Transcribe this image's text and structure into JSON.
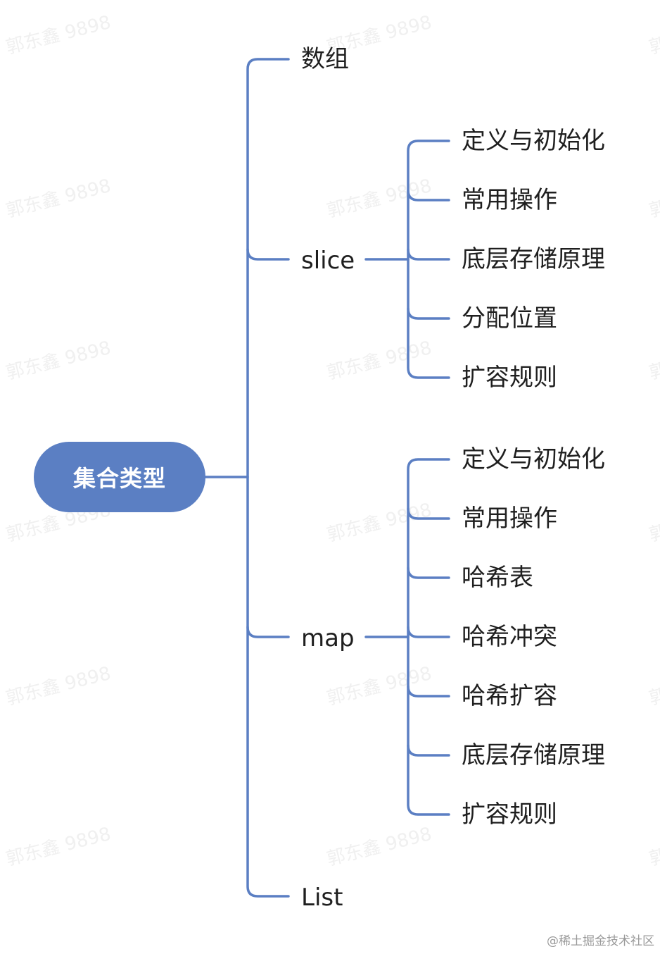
{
  "watermark_text": "郭东鑫 9898",
  "credit_text": "@稀土掘金技术社区",
  "colors": {
    "connector": "#5b7fc3",
    "root_fill": "#5b7fc3",
    "root_text": "#ffffff",
    "text": "#1f1f1f"
  },
  "root": {
    "label": "集合类型"
  },
  "branches": [
    {
      "label": "数组",
      "children": []
    },
    {
      "label": "slice",
      "children": [
        {
          "label": "定义与初始化"
        },
        {
          "label": "常用操作"
        },
        {
          "label": "底层存储原理"
        },
        {
          "label": "分配位置"
        },
        {
          "label": "扩容规则"
        }
      ]
    },
    {
      "label": "map",
      "children": [
        {
          "label": "定义与初始化"
        },
        {
          "label": "常用操作"
        },
        {
          "label": "哈希表"
        },
        {
          "label": "哈希冲突"
        },
        {
          "label": "哈希扩容"
        },
        {
          "label": "底层存储原理"
        },
        {
          "label": "扩容规则"
        }
      ]
    },
    {
      "label": "List",
      "children": []
    }
  ]
}
